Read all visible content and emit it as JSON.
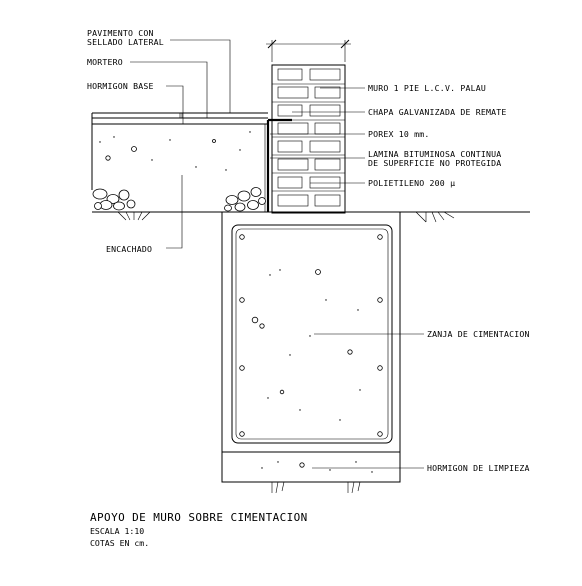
{
  "labels": {
    "pavimento_l1": "PAVIMENTO CON",
    "pavimento_l2": "SELLADO LATERAL",
    "mortero": "MORTERO",
    "hormigon_base": "HORMIGON BASE",
    "encachado": "ENCACHADO",
    "muro": "MURO 1 PIE L.C.V. PALAU",
    "chapa": "CHAPA GALVANIZADA DE REMATE",
    "porex": "POREX 10 mm.",
    "lamina_l1": "LAMINA BITUMINOSA CONTINUA",
    "lamina_l2": "DE SUPERFICIE NO PROTEGIDA",
    "polietileno": "POLIETILENO 200 μ",
    "zanja": "ZANJA DE CIMENTACION",
    "hormigon_limpieza": "HORMIGON DE LIMPIEZA"
  },
  "title": {
    "main": "APOYO DE MURO SOBRE CIMENTACION",
    "escala": "ESCALA 1:10",
    "cotas": "COTAS EN cm."
  }
}
